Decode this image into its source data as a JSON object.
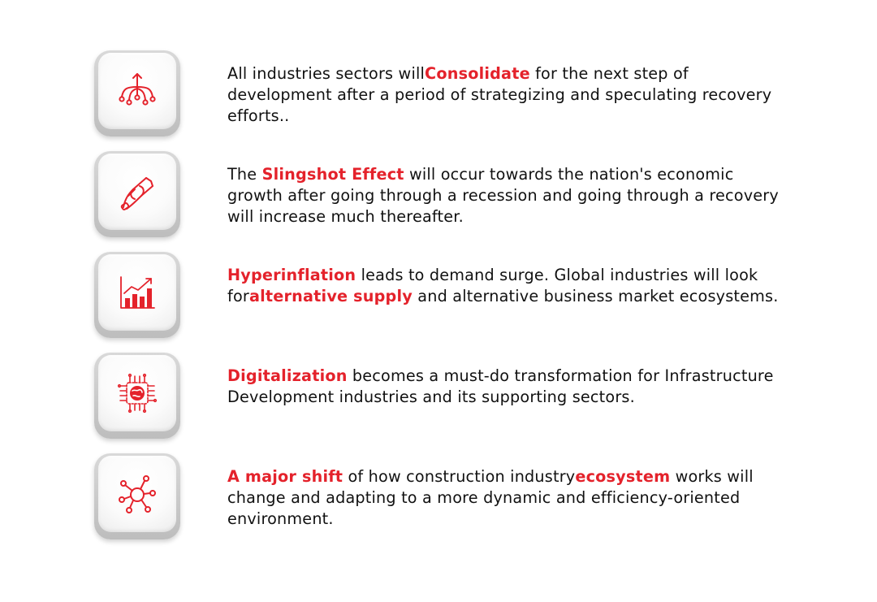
{
  "colors": {
    "accent": "#e4222b",
    "text": "#111111"
  },
  "items": [
    {
      "icon": "branching-arrow-icon",
      "t1": "All industries sectors will",
      "h1": "Consolidate",
      "t2": " for the next step of development after a period of strategizing and speculating recovery efforts..",
      "h2": "",
      "t3": ""
    },
    {
      "icon": "slingshot-icon",
      "t1": "The ",
      "h1": "Slingshot Effect",
      "t2": " will occur towards the nation's economic growth after going through a recession and going through a recovery will increase much thereafter.",
      "h2": "",
      "t3": ""
    },
    {
      "icon": "growth-chart-icon",
      "t1": "",
      "h1": "Hyperinflation",
      "t2": " leads to demand surge. Global industries will look for",
      "h2": "alternative supply",
      "t3": " and alternative business market ecosystems."
    },
    {
      "icon": "digital-globe-icon",
      "t1": "",
      "h1": "Digitalization",
      "t2": " becomes a must-do transformation for Infrastructure Development industries and its supporting sectors.",
      "h2": "",
      "t3": ""
    },
    {
      "icon": "network-hub-icon",
      "t1": "",
      "h1": "A major shift",
      "t2": " of how construction industry",
      "h2": "ecosystem",
      "t3": " works will change and adapting to a more dynamic and efficiency-oriented environment."
    }
  ]
}
